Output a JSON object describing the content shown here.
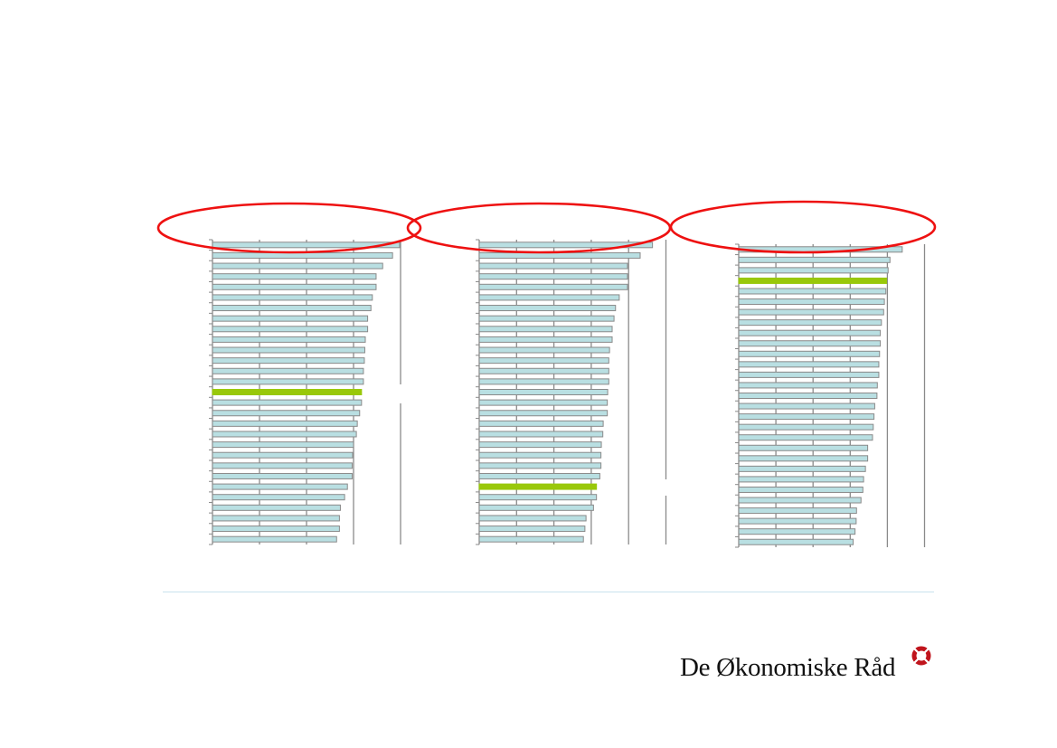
{
  "logo": {
    "text": "De Økonomiske Råd",
    "mark_color": "#c0141c"
  },
  "colors": {
    "bar": "#b9dfe2",
    "bar_border": "#8a8a8a",
    "highlight": "#99c80a",
    "grid": "#8a8a8a",
    "ellipse": "#ee1111",
    "rule": "#c9e3ee"
  },
  "chart_data": [
    {
      "type": "bar",
      "orientation": "horizontal",
      "title": "",
      "xlabel": "",
      "ylabel": "",
      "xlim": [
        0,
        4
      ],
      "grid": true,
      "highlight_index": 14,
      "values": [
        3.98,
        3.83,
        3.62,
        3.48,
        3.48,
        3.4,
        3.37,
        3.3,
        3.3,
        3.25,
        3.24,
        3.23,
        3.21,
        3.21,
        3.17,
        3.17,
        3.13,
        3.08,
        3.06,
        3.0,
        2.98,
        2.97,
        2.97,
        2.87,
        2.81,
        2.72,
        2.7,
        2.7,
        2.64
      ]
    },
    {
      "type": "bar",
      "orientation": "horizontal",
      "title": "",
      "xlabel": "",
      "ylabel": "",
      "xlim": [
        0,
        5
      ],
      "grid": true,
      "highlight_index": 23,
      "values": [
        4.64,
        4.31,
        3.97,
        3.97,
        3.97,
        3.75,
        3.65,
        3.61,
        3.56,
        3.56,
        3.49,
        3.47,
        3.47,
        3.47,
        3.44,
        3.43,
        3.43,
        3.32,
        3.31,
        3.27,
        3.26,
        3.26,
        3.23,
        3.14,
        3.14,
        3.06,
        2.86,
        2.83,
        2.79
      ]
    },
    {
      "type": "bar",
      "orientation": "horizontal",
      "title": "",
      "xlabel": "",
      "ylabel": "",
      "xlim": [
        0,
        5
      ],
      "grid": true,
      "highlight_index": 3,
      "values": [
        4.4,
        4.07,
        4.02,
        3.98,
        3.96,
        3.92,
        3.9,
        3.84,
        3.81,
        3.81,
        3.79,
        3.77,
        3.77,
        3.73,
        3.72,
        3.66,
        3.64,
        3.62,
        3.6,
        3.47,
        3.47,
        3.41,
        3.36,
        3.34,
        3.29,
        3.17,
        3.16,
        3.13,
        3.08
      ]
    }
  ]
}
